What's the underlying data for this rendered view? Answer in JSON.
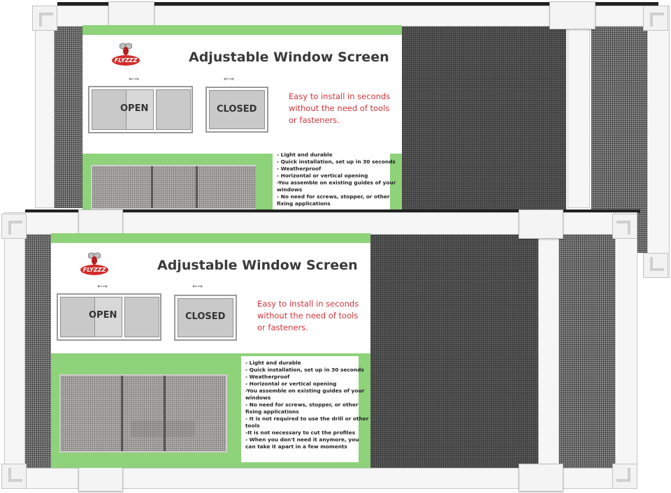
{
  "product": {
    "brand": "FLYZZZ",
    "title": "Adjustable Window Screen",
    "diagram": {
      "open_label": "OPEN",
      "closed_label": "CLOSED"
    },
    "tagline": [
      "Easy to install in seconds",
      "without the need of tools",
      "or fasteners."
    ],
    "features_back": [
      "- Light and durable",
      "- Quick installation, set up in 30 seconds",
      "- Weatherproof",
      "- Horizontal or vertical opening",
      "-You assemble on existing guides of your",
      "windows",
      "- No need for screws, stopper, or other",
      "fixing applications"
    ],
    "features_front": [
      "- Light and durable",
      "- Quick installation, set up in 30 seconds",
      "- Weatherproof",
      "- Horizontal or vertical opening",
      "-You assemble on existing guides of your",
      "windows",
      "- No need for screws, stopper, or other",
      "fixing applications",
      "- It is not required to use the drill or other",
      "tools",
      "-It is not necessary to cut the profiles",
      "- When you don't need it anymore, you",
      "can take it apart in a few moments"
    ]
  },
  "colors": {
    "card_green": "#8ed27a",
    "tagline_red": "#d0343a",
    "logo_red": "#d42b2b",
    "frame_white": "#fafafa",
    "mesh_gray": "#8a8a8a"
  }
}
